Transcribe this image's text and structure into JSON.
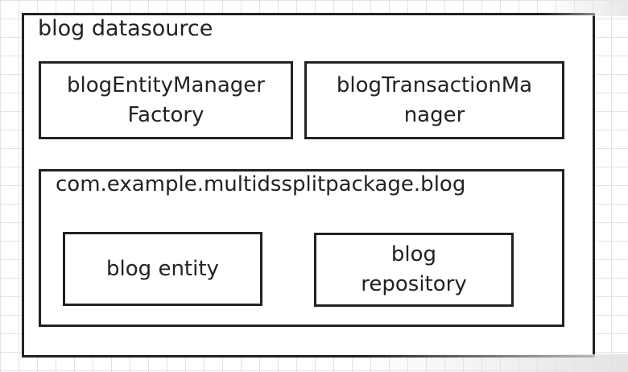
{
  "diagram": {
    "outer": {
      "title": "blog datasource"
    },
    "entity_manager_factory": {
      "line1": "blogEntityManager",
      "line2": "Factory"
    },
    "transaction_manager": {
      "line1": "blogTransactionMa",
      "line2": "nager"
    },
    "package": {
      "title": "com.example.multidssplitpackage.blog",
      "entity": {
        "label": "blog entity"
      },
      "repository": {
        "line1": "blog",
        "line2": "repository"
      }
    }
  }
}
